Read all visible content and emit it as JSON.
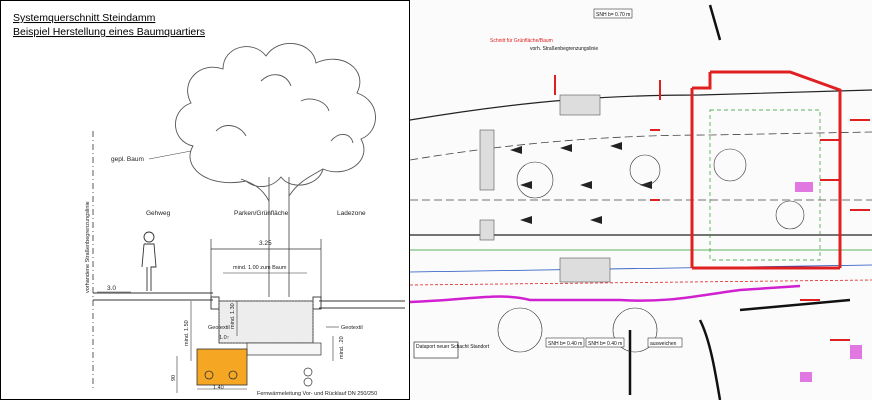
{
  "section": {
    "title_line1": "Systemquerschnitt Steindamm",
    "title_line2": "Beispiel Herstellung eines Baumquartiers",
    "labels": {
      "tree": "gepl. Baum",
      "sidewalk": "Gehweg",
      "parking": "Parken/Grünfläche",
      "loading": "Ladezone",
      "boundary_vertical": "vorhandene Straßenbegrenzungslinie",
      "curb_left": "Geotextil",
      "curb_right": "Geotextil",
      "pipe": "Fernwärmeleitung Vor- und Rücklauf DN 250/250"
    },
    "dimensions": {
      "width_total": "3.25",
      "min_distance": "mind. 1.00 zum Baum",
      "sidewalk_width": "3.0",
      "depth_150": "mind. 1.50",
      "depth_130": "mind. 1.30",
      "gap": "1.0↑",
      "depth_20": "mind. .20",
      "depth_90": "90",
      "pipe_width": "1.40"
    },
    "colors": {
      "pipe_box": "#f5a623",
      "line": "#333333"
    }
  },
  "plan": {
    "labels": {
      "snh_top": "SNH b= 0.70 m",
      "street_boundary": "vorh. Straßenbegrenzungslinie",
      "snh_bottom_1": "SNH b= 0.40 m",
      "snh_bottom_2": "SNH b= 0.40 m",
      "dataport": "Dataport neuer Schacht Standort",
      "tree_text": "Schnitt für Grünfläche/Baum",
      "ausweichen": "ausweichen"
    },
    "colors": {
      "red": "#e02020",
      "magenta": "#d020d0",
      "green": "#2a9a2a",
      "blue": "#2050c0"
    }
  }
}
